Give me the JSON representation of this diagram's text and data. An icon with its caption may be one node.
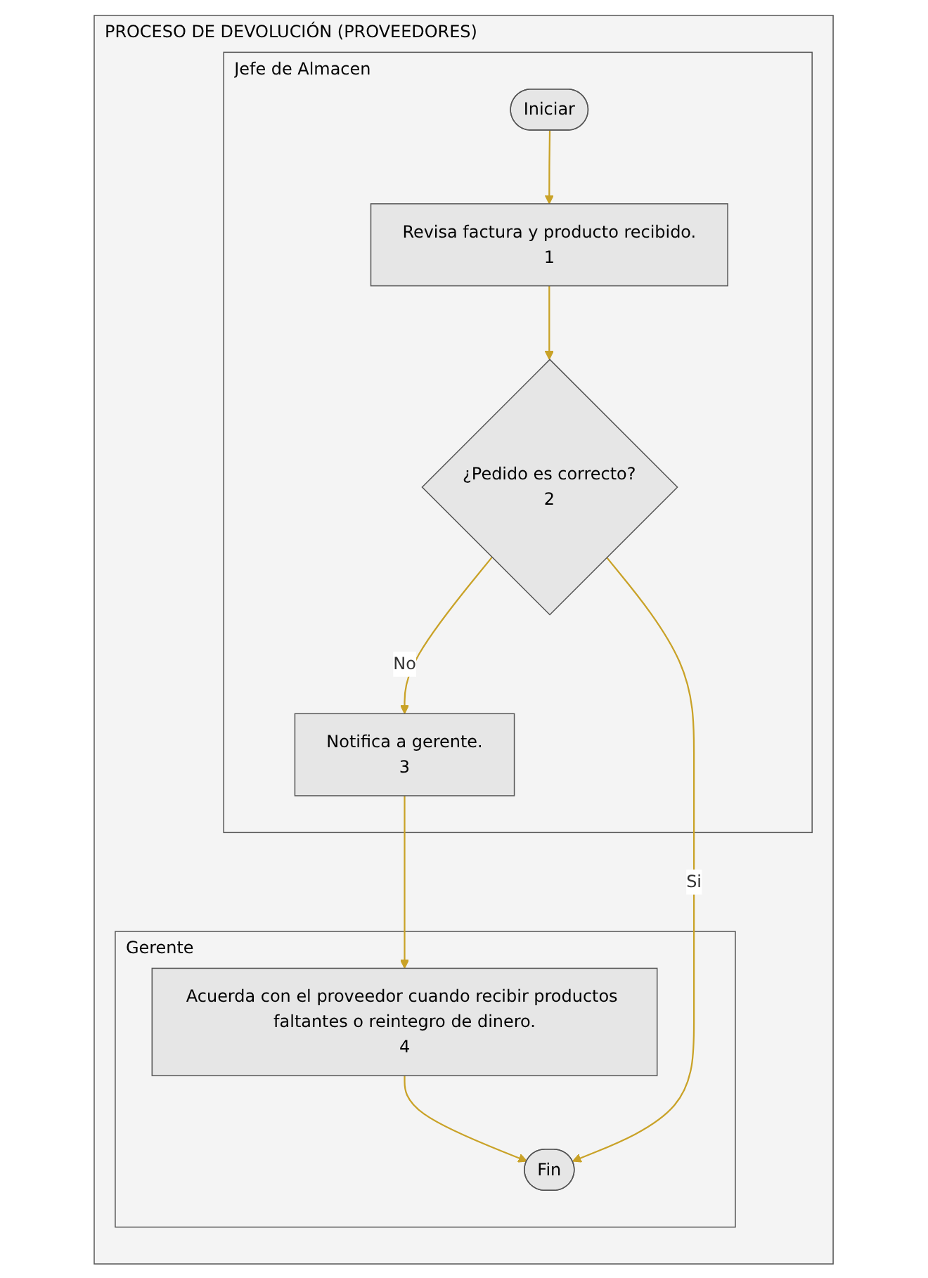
{
  "diagram": {
    "nodes": [
      {
        "text": [
          "PROCESO DE DEVOLUCIÓN (PROVEEDORES)"
        ]
      },
      {
        "text": [
          "Jefe de Almacen"
        ],
        "in": 0
      },
      {
        "text": [
          "Gerente"
        ],
        "in": 0
      },
      {
        "text": [
          "Iniciar"
        ],
        "in": 1
      },
      {
        "text": [
          "Revisa factura y producto recibido.",
          "1"
        ],
        "in": 1
      },
      {
        "text": [
          "¿Pedido es correcto?",
          "2"
        ],
        "in": 1
      },
      {
        "text": [
          "Notifica a gerente.",
          "3"
        ],
        "in": 1
      },
      {
        "text": [
          "Acuerda con el proveedor cuando recibir productos faltantes o reintegro de dinero.",
          "4"
        ],
        "in": 2
      },
      {
        "text": [
          "Fin"
        ],
        "in": 2
      }
    ],
    "edges": [
      {
        "from": 3,
        "to": 4,
        "arrow": "to"
      },
      {
        "from": 4,
        "to": 5,
        "arrow": "to"
      },
      {
        "from": 5,
        "to": 6,
        "arrow": "to",
        "label": "No"
      },
      {
        "from": 6,
        "to": 7,
        "arrow": "to"
      },
      {
        "from": 7,
        "to": 8,
        "arrow": "to"
      },
      {
        "from": 5,
        "to": 8,
        "arrow": "to",
        "label": "Si"
      }
    ]
  }
}
